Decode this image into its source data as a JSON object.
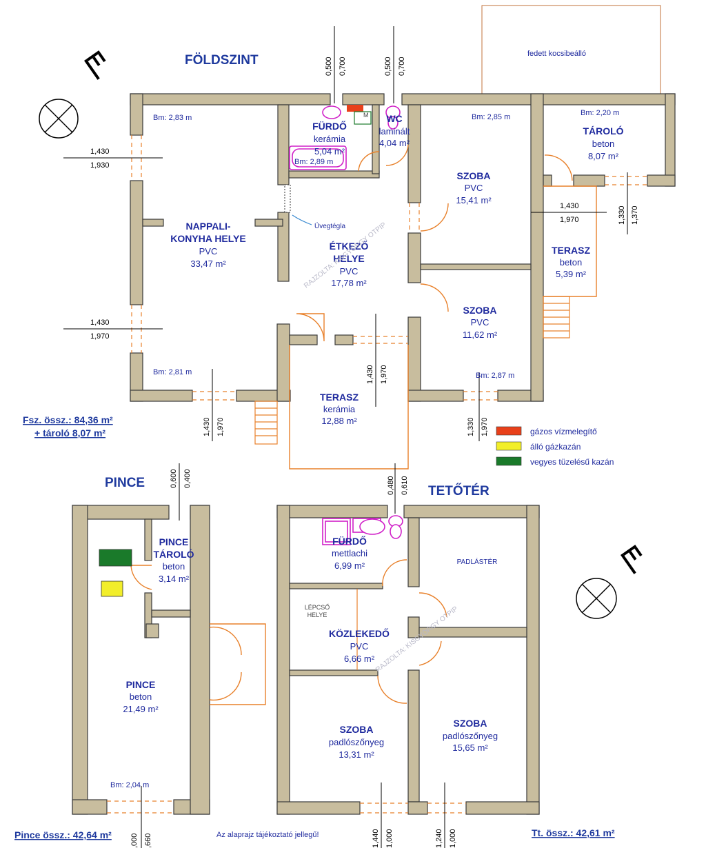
{
  "floors": {
    "ground": {
      "title": "FÖLDSZINT",
      "rooms": {
        "nappali": {
          "name1": "NAPPALI-",
          "name2": "KONYHA HELYE",
          "floor": "PVC",
          "area": "33,47 m²"
        },
        "furdo": {
          "name": "FÜRDŐ",
          "floor": "kerámia",
          "area": "5,04 m²"
        },
        "wc": {
          "name": "WC",
          "floor": "laminált",
          "area": "4,04 m²"
        },
        "etkezo": {
          "name1": "ÉTKEZŐ",
          "name2": "HELYE",
          "floor": "PVC",
          "area": "17,78 m²"
        },
        "szoba1": {
          "name": "SZOBA",
          "floor": "PVC",
          "area": "15,41 m²"
        },
        "szoba2": {
          "name": "SZOBA",
          "floor": "PVC",
          "area": "11,62 m²"
        },
        "tarolo": {
          "name": "TÁROLÓ",
          "floor": "beton",
          "area": "8,07 m²"
        },
        "terasz_side": {
          "name": "TERASZ",
          "floor": "beton",
          "area": "5,39 m²"
        },
        "terasz_main": {
          "name": "TERASZ",
          "floor": "kerámia",
          "area": "12,88 m²"
        }
      },
      "bm": {
        "nappali_top": "Bm: 2,83 m",
        "nappali_bottom": "Bm: 2,81 m",
        "furdo": "Bm: 2,89 m",
        "szoba_top": "Bm: 2,85 m",
        "tarolo": "Bm: 2,20 m",
        "szoba_bottom": "Bm: 2,87 m"
      },
      "carport": "fedett kocsibeálló",
      "glass_label": "Üvegtégla",
      "summary1": "Fsz. össz.: 84,36 m²",
      "summary2": "+ tároló 8,07 m²",
      "dims": {
        "left_upper_top": "1,430",
        "left_upper_bottom": "1,930",
        "left_lower_top": "1,430",
        "left_lower_bottom": "1,970",
        "top_bath_a": "0,500",
        "top_bath_b": "0,700",
        "top_wc_a": "0,500",
        "top_wc_b": "0,700",
        "right_horiz_top": "1,430",
        "right_horiz_bottom": "1,970",
        "right_vert_a": "1,330",
        "right_vert_b": "1,370",
        "center_a": "1,430",
        "center_b": "1,970",
        "bottom_left_a": "1,430",
        "bottom_left_b": "1,970",
        "bottom_right_a": "1,330",
        "bottom_right_b": "1,970",
        "stair_a": "0,480",
        "stair_b": "0,610"
      }
    },
    "basement": {
      "title": "PINCE",
      "rooms": {
        "tarolo": {
          "name1": "PINCE",
          "name2": "TÁROLÓ",
          "floor": "beton",
          "area": "3,14 m²"
        },
        "pince": {
          "name": "PINCE",
          "floor": "beton",
          "area": "21,49 m²"
        }
      },
      "bm": "Bm: 2,04 m",
      "summary": "Pince össz.: 42,64 m²",
      "dims": {
        "top_a": "0,600",
        "top_b": "0,400",
        "bottom_a": ",000",
        "bottom_b": ",660"
      }
    },
    "attic": {
      "title": "TETŐTÉR",
      "rooms": {
        "furdo": {
          "name": "FÜRDŐ",
          "floor": "mettlachi",
          "area": "6,99 m²"
        },
        "padlaster": {
          "name": "PADLÁSTÉR"
        },
        "lepcso": {
          "name1": "LÉPCSŐ",
          "name2": "HELYE"
        },
        "kozlekedo": {
          "name": "KÖZLEKEDŐ",
          "floor": "PVC",
          "area": "6,66 m²"
        },
        "szoba1": {
          "name": "SZOBA",
          "floor": "padlószőnyeg",
          "area": "13,31 m²"
        },
        "szoba2": {
          "name": "SZOBA",
          "floor": "padlószőnyeg",
          "area": "15,65 m²"
        }
      },
      "summary": "Tt. össz.: 42,61 m²",
      "dims": {
        "bottom_l_a": "1,440",
        "bottom_l_b": "1,000",
        "bottom_r_a": "1,240",
        "bottom_r_b": "1,000"
      }
    }
  },
  "legend": [
    {
      "label": "gázos vízmelegítő",
      "color": "#e8401a"
    },
    {
      "label": "álló gázkazán",
      "color": "#f2ee2a"
    },
    {
      "label": "vegyes tüzelésű kazán",
      "color": "#1a7a2a"
    }
  ],
  "disclaimer": "Az alaprajz tájékoztató jellegű!",
  "watermark": "RAJZOLTA: KISGYÖRGY OTPIP",
  "boiler_label": "M"
}
